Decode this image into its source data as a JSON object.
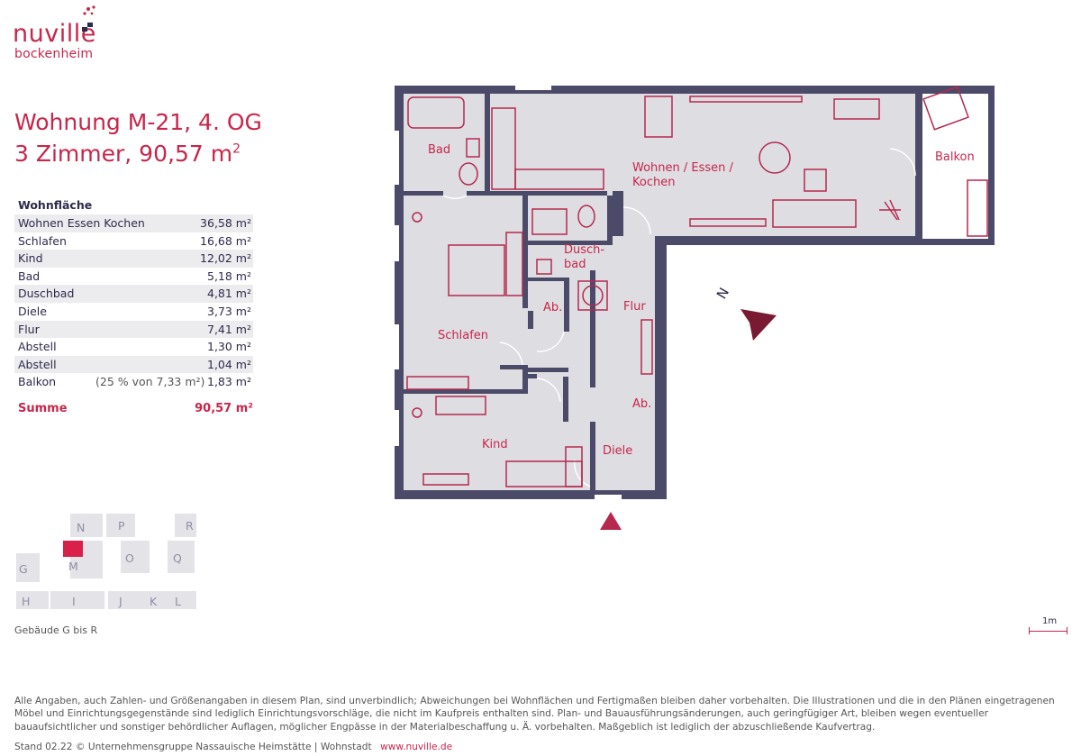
{
  "brand": {
    "name": "nuville",
    "sub": "bockenheim"
  },
  "apartment": {
    "title": "Wohnung M-21, 4. OG",
    "rooms_area": "3 Zimmer, 90,57 m",
    "sup": "2"
  },
  "area_table": {
    "heading": "Wohnfläche",
    "rows": [
      {
        "name": "Wohnen Essen Kochen",
        "note": "",
        "value": "36,58 m²"
      },
      {
        "name": "Schlafen",
        "note": "",
        "value": "16,68 m²"
      },
      {
        "name": "Kind",
        "note": "",
        "value": "12,02 m²"
      },
      {
        "name": "Bad",
        "note": "",
        "value": "5,18 m²"
      },
      {
        "name": "Duschbad",
        "note": "",
        "value": "4,81 m²"
      },
      {
        "name": "Diele",
        "note": "",
        "value": "3,73 m²"
      },
      {
        "name": "Flur",
        "note": "",
        "value": "7,41 m²"
      },
      {
        "name": "Abstell",
        "note": "",
        "value": "1,30 m²"
      },
      {
        "name": "Abstell",
        "note": "",
        "value": "1,04 m²"
      },
      {
        "name": "Balkon",
        "note": "(25 % von 7,33 m²)",
        "value": "1,83 m²"
      }
    ],
    "sum_label": "Summe",
    "sum_value": "90,57 m²"
  },
  "plan": {
    "rooms": {
      "bad": "Bad",
      "wohnen_1": "Wohnen / Essen /",
      "wohnen_2": "Kochen",
      "balkon": "Balkon",
      "dusch_1": "Dusch-",
      "dusch_2": "bad",
      "abstell_1": "Ab.",
      "flur": "Flur",
      "schlafen": "Schlafen",
      "abstell_2": "Ab.",
      "kind": "Kind",
      "diele": "Diele"
    },
    "north": "N",
    "scale": "1m",
    "colors": {
      "floor": "#dddde2",
      "wall": "#4b4a68",
      "accent": "#c8264a"
    }
  },
  "keyplan": {
    "buildings": [
      "N",
      "P",
      "R",
      "G",
      "M",
      "O",
      "Q",
      "H",
      "I",
      "J",
      "K",
      "L"
    ],
    "caption": "Gebäude G bis R"
  },
  "disclaimer": "Alle Angaben, auch Zahlen- und Größenangaben in diesem Plan, sind unverbindlich; Abweichungen bei Wohnflächen und Fertigmaßen bleiben daher vorbehalten. Die Illustrationen und die in den Plänen eingetragenen Möbel und Einrichtungsgegenstände sind lediglich Einrichtungsvorschläge, die nicht im Kaufpreis enthalten sind. Plan- und Bauausführungsänderungen, auch geringfügiger Art, bleiben wegen eventueller bauaufsichtlicher und sonstiger behördlicher Auflagen, möglicher Engpässe in der Materialbeschaffung u. Ä. vorbehalten. Maßgeblich ist lediglich der abzuschließende Kaufvertrag.",
  "footer": {
    "text": "Stand 02.22 © Unternehmensgruppe Nassauische Heimstätte | Wohnstadt",
    "url": "www.nuville.de"
  }
}
